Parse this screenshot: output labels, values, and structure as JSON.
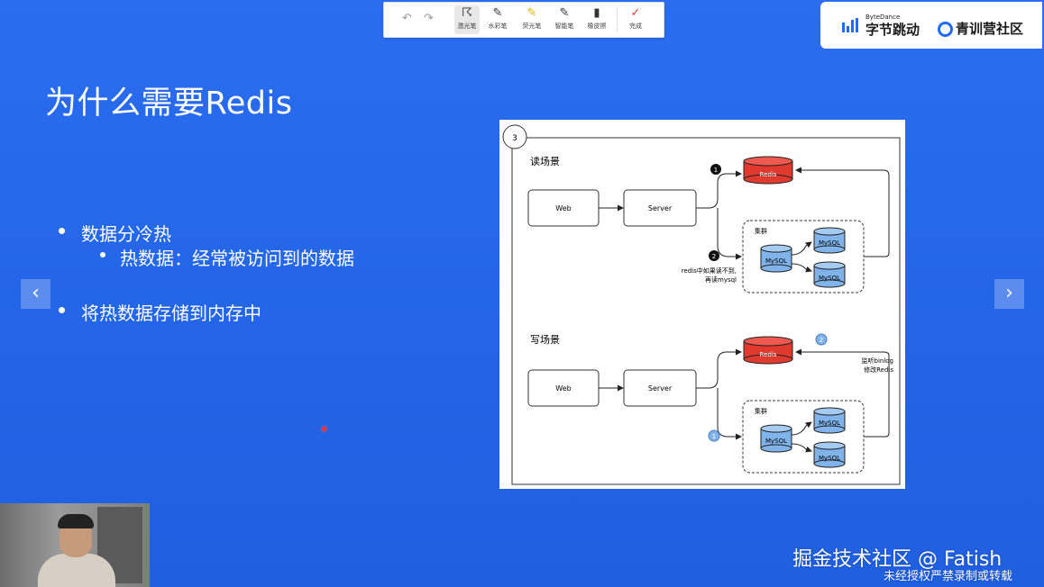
{
  "toolbar": {
    "tools": [
      {
        "label": "激光笔",
        "icon": "laser-pen-icon",
        "active": true
      },
      {
        "label": "水彩笔",
        "icon": "watercolor-pen-icon"
      },
      {
        "label": "荧光笔",
        "icon": "highlighter-icon"
      },
      {
        "label": "智能笔",
        "icon": "smart-pen-icon"
      },
      {
        "label": "橡皮擦",
        "icon": "eraser-icon"
      },
      {
        "label": "完成",
        "icon": "check-icon"
      }
    ]
  },
  "brand": {
    "small": "ByteDance",
    "name": "字节跳动",
    "camp": "青训营社区",
    "accent": "#1e6bff"
  },
  "slide": {
    "title": "为什么需要Redis",
    "bullets": [
      "数据分冷热",
      "热数据：经常被访问到的数据",
      "将热数据存储到内存中"
    ]
  },
  "diagram": {
    "badge": "3",
    "read": {
      "title": "读场景",
      "web": "Web",
      "server": "Server",
      "redis": "Redis",
      "cluster": "集群",
      "mysql": "MySQL",
      "step1": "1",
      "step2": "2",
      "note_line1": "redis中如果读不到,",
      "note_line2": "再读mysql"
    },
    "write": {
      "title": "写场景",
      "web": "Web",
      "server": "Server",
      "redis": "Redis",
      "cluster": "集群",
      "mysql": "MySQL",
      "step1": "1",
      "step2": "2",
      "note_line1": "监听binlog",
      "note_line2": "修改Redis"
    },
    "colors": {
      "redis": "#e03a2f",
      "mysql": "#7fb3ea"
    }
  },
  "watermark": {
    "line1": "掘金技术社区 @ Fatish",
    "line2": "未经授权严禁录制或转载"
  }
}
